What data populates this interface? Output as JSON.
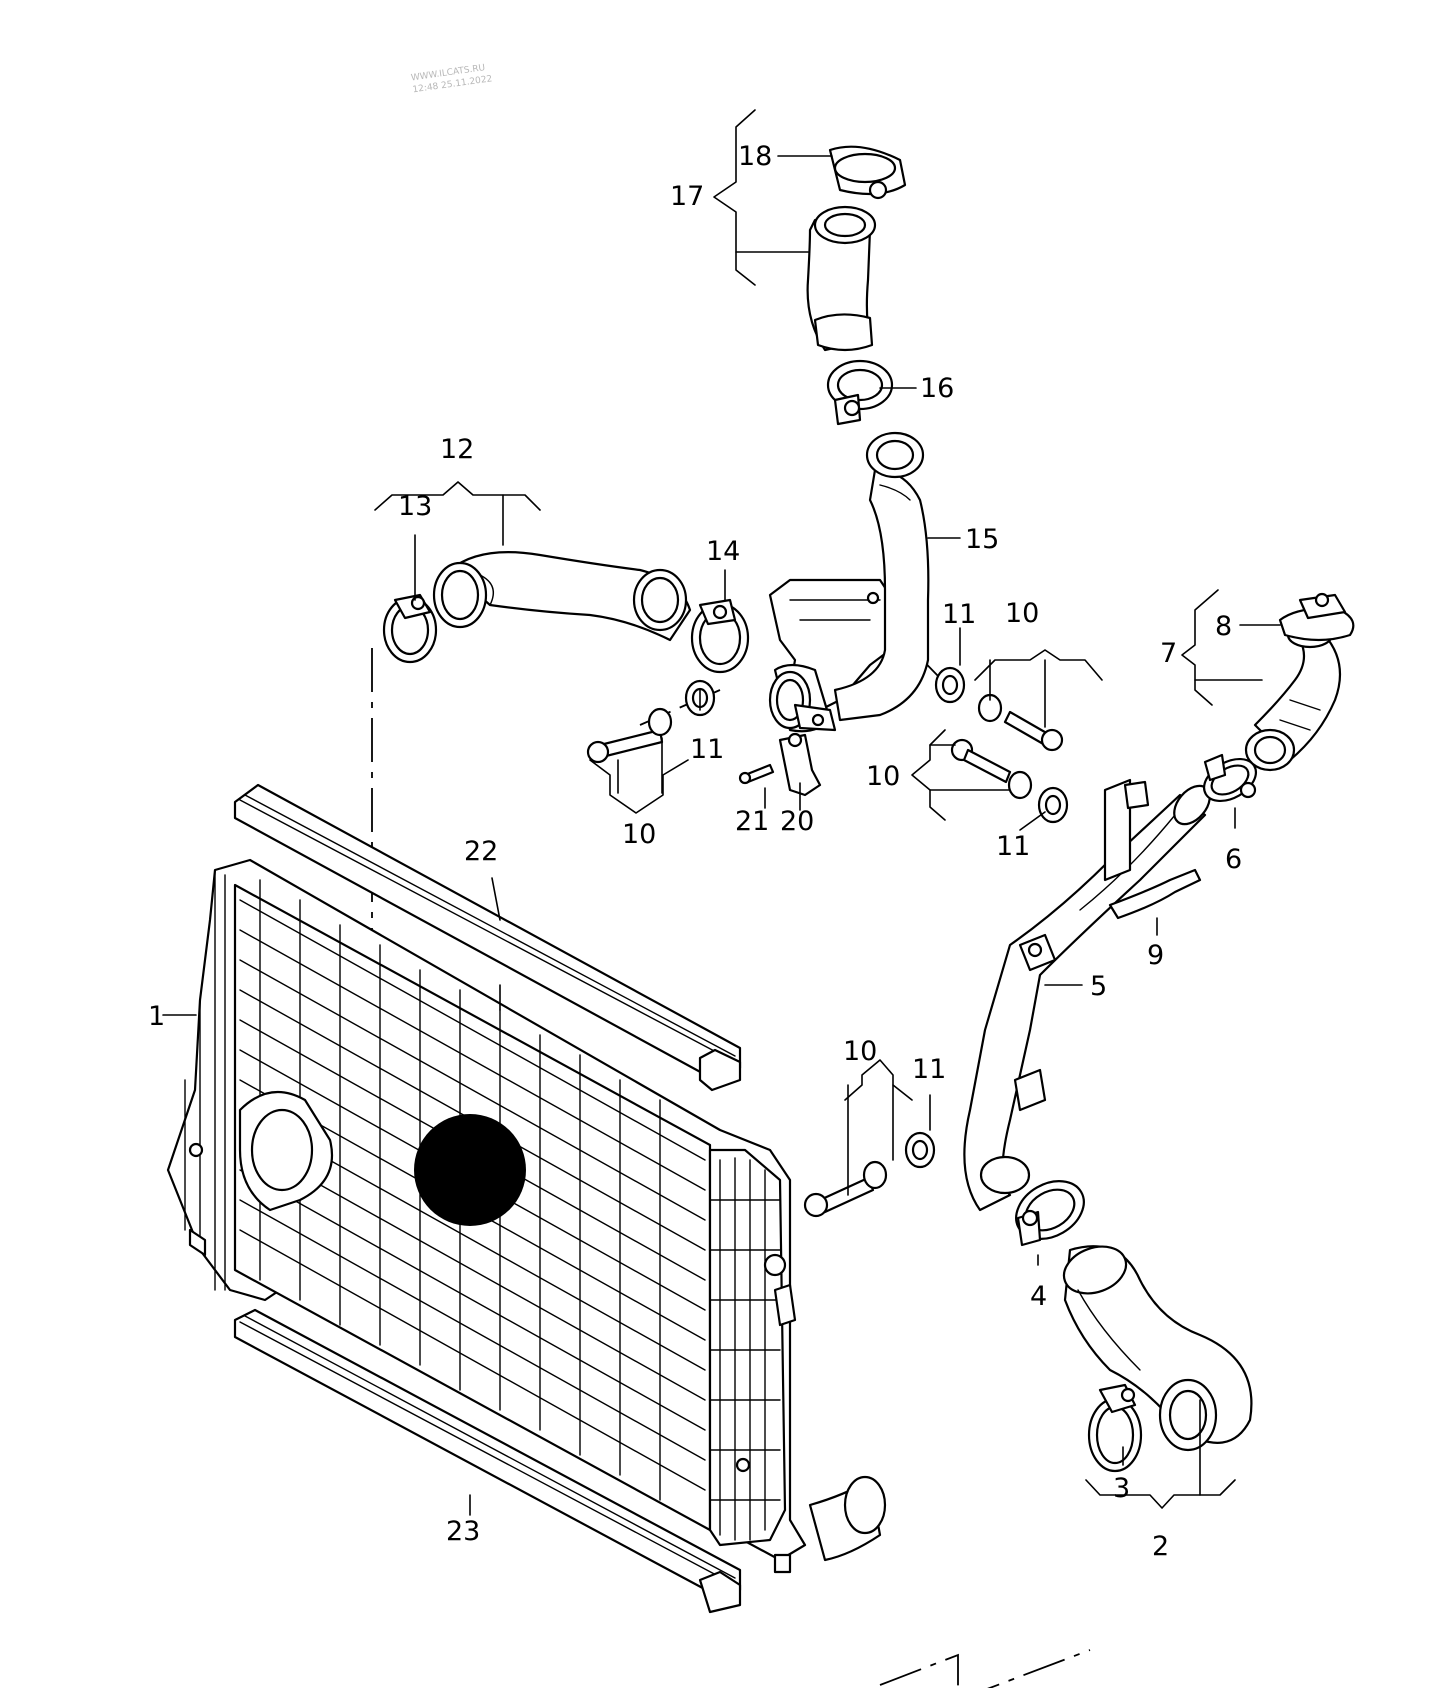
{
  "watermark": {
    "line1": "WWW.ILCATS.RU",
    "line2": "12:48  25.11.2022"
  },
  "callouts": {
    "c1": "1",
    "c2": "2",
    "c3": "3",
    "c4": "4",
    "c5": "5",
    "c6": "6",
    "c7": "7",
    "c8": "8",
    "c9": "9",
    "c10a": "10",
    "c10b": "10",
    "c10c": "10",
    "c10d": "10",
    "c11a": "11",
    "c11b": "11",
    "c11c": "11",
    "c11d": "11",
    "c12": "12",
    "c13": "13",
    "c14": "14",
    "c15": "15",
    "c16": "16",
    "c17": "17",
    "c18": "18",
    "c20": "20",
    "c21": "21",
    "c22": "22",
    "c23": "23"
  },
  "colors": {
    "line": "#000000",
    "background": "#ffffff",
    "watermark": "#b8b8b8"
  }
}
